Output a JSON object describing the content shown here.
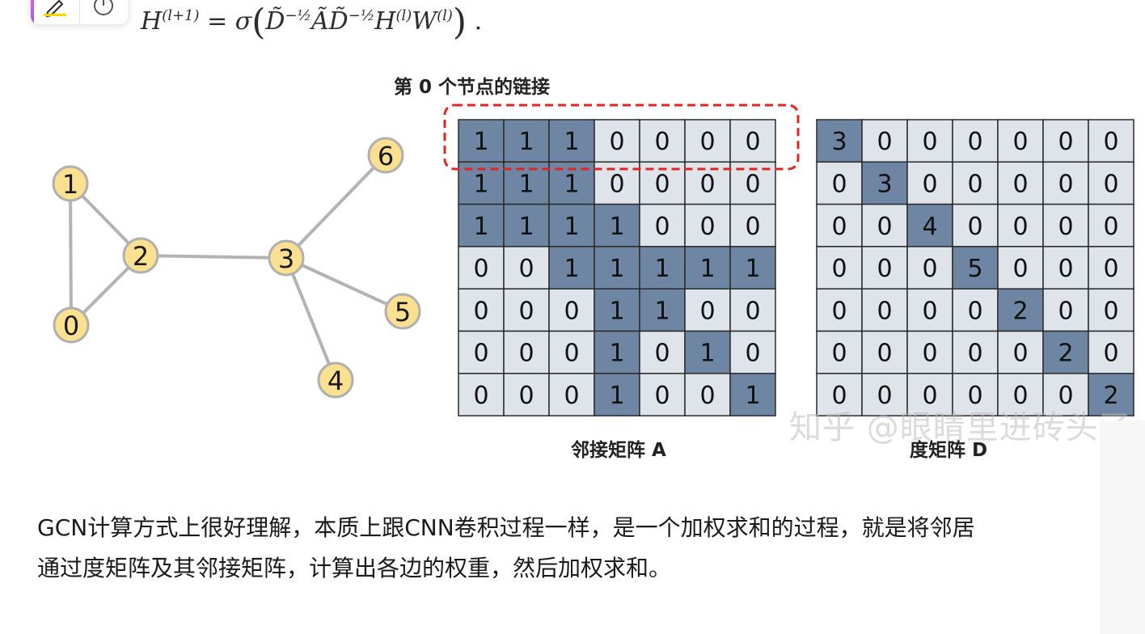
{
  "formula": {
    "h_left": "H",
    "h_left_sup": "(l+1)",
    "equals": "=",
    "sigma": "σ",
    "d1": "D̃",
    "d1_sup": "−½",
    "a": "Ã",
    "d2": "D̃",
    "d2_sup": "−½",
    "h": "H",
    "h_sup": "(l)",
    "w": "W",
    "w_sup": "(l)",
    "period": "."
  },
  "figure": {
    "title": "第 0 个节点的链接",
    "caption_a": "邻接矩阵 A",
    "caption_d": "度矩阵 D",
    "watermark": "知乎 @眼睛里进砖头了",
    "graph": {
      "nodes": [
        "0",
        "1",
        "2",
        "3",
        "4",
        "5",
        "6"
      ],
      "edges": [
        [
          "0",
          "1"
        ],
        [
          "0",
          "2"
        ],
        [
          "1",
          "2"
        ],
        [
          "2",
          "3"
        ],
        [
          "3",
          "4"
        ],
        [
          "3",
          "5"
        ],
        [
          "3",
          "6"
        ]
      ],
      "node_color": "#fbe08f",
      "edge_color": "#b3b3b3"
    },
    "adjacency": [
      [
        1,
        1,
        1,
        0,
        0,
        0,
        0
      ],
      [
        1,
        1,
        1,
        0,
        0,
        0,
        0
      ],
      [
        1,
        1,
        1,
        1,
        0,
        0,
        0
      ],
      [
        0,
        0,
        1,
        1,
        1,
        1,
        1
      ],
      [
        0,
        0,
        0,
        1,
        1,
        0,
        0
      ],
      [
        0,
        0,
        0,
        1,
        0,
        1,
        0
      ],
      [
        0,
        0,
        0,
        1,
        0,
        0,
        1
      ]
    ],
    "degree": [
      [
        3,
        0,
        0,
        0,
        0,
        0,
        0
      ],
      [
        0,
        3,
        0,
        0,
        0,
        0,
        0
      ],
      [
        0,
        0,
        4,
        0,
        0,
        0,
        0
      ],
      [
        0,
        0,
        0,
        5,
        0,
        0,
        0
      ],
      [
        0,
        0,
        0,
        0,
        2,
        0,
        0
      ],
      [
        0,
        0,
        0,
        0,
        0,
        2,
        0
      ],
      [
        0,
        0,
        0,
        0,
        0,
        0,
        2
      ]
    ],
    "colors": {
      "filled_cell": "#6e86a4",
      "empty_cell": "#dfe3ea",
      "grid": "#2b2b2b",
      "highlight": "#e02424"
    }
  },
  "body": {
    "line1": "GCN计算方式上很好理解，本质上跟CNN卷积过程一样，是一个加权求和的过程，就是将邻居",
    "line2": "通过度矩阵及其邻接矩阵，计算出各边的权重，然后加权求和。"
  },
  "toolbar": {
    "icons": [
      "pen-icon",
      "timer-icon"
    ]
  }
}
